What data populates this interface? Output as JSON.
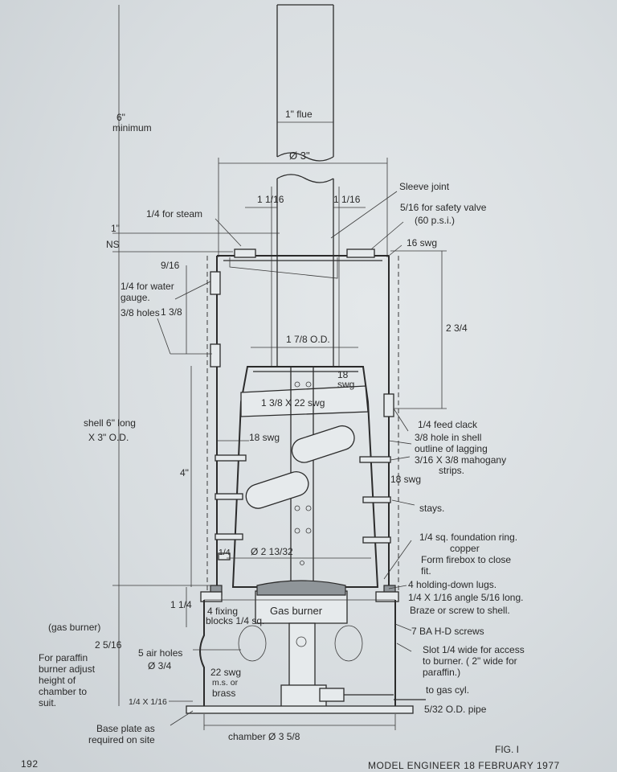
{
  "labels": {
    "flue": "1\" flue",
    "dia3": "Ø 3\"",
    "six": "6\"",
    "minimum": "minimum",
    "one_sixteen_a": "1 1/16",
    "one_sixteen_b": "1 1/16",
    "sleeve_joint": "Sleeve joint",
    "steam": "1/4 for steam",
    "safety_valve": "5/16 for safety valve",
    "psi": "(60 p.s.i.)",
    "one_ns": "1\"",
    "ns": "NS",
    "swg16": "16 swg",
    "nine_sixteen": "9/16",
    "water_gauge": "1/4 for water",
    "gauge": "gauge.",
    "holes": "3/8 holes",
    "one_three_eight": "1 3/8",
    "two_three_four": "2 3/4",
    "od_178": "1 7/8 O.D.",
    "swg18_a": "18",
    "swg18_b": "swg",
    "band": "1 3/8 X 22 swg",
    "shell": "shell 6\" long",
    "shell_od": "X 3\" O.D.",
    "feed_clack": "1/4 feed clack",
    "hole_shell": "3/8 hole in shell",
    "outline_lagging": "outline of lagging",
    "mahogany": "3/16 X 3/8 mahogany",
    "strips": "strips.",
    "swg18_c": "18 swg",
    "swg18_d": "18 swg",
    "four": "4\"",
    "stays": "stays.",
    "foundation": "1/4 sq. foundation ring.",
    "copper": "copper",
    "form_firebox": "Form firebox to close",
    "fit": "fit.",
    "dia_213": "Ø 2 13/32",
    "quarter": "1/4",
    "holding_lugs": "4 holding-down lugs.",
    "angle": "1/4 X 1/16 angle 5/16 long.",
    "braze": "Braze or screw to shell.",
    "ba_screws": "7 BA H-D screws",
    "one_quarter": "1 1/4",
    "fixing_blocks": "4 fixing",
    "blocks": "blocks 1/4 sq.",
    "gas_burner": "Gas burner",
    "gas_burner_paren": "(gas burner)",
    "two_516": "2 5/16",
    "air_holes": "5 air holes",
    "dia_34": "Ø 3/4",
    "paraffin1": "For paraffin",
    "paraffin2": "burner adjust",
    "paraffin3": "height of",
    "paraffin4": "chamber to",
    "paraffin5": "suit.",
    "swg22": "22 swg",
    "ms": "m.s. or",
    "brass": "brass",
    "slot1": "Slot 1/4 wide for access",
    "slot2": "to burner. ( 2\" wide for",
    "slot3": "paraffin.)",
    "gas_cyl": "to gas cyl.",
    "od_pipe": "5/32 O.D. pipe",
    "quarter_x_sixteenth": "1/4 X 1/16",
    "base_plate1": "Base plate as",
    "base_plate2": "required on site",
    "chamber": "chamber  Ø 3 5/8",
    "fig": "FIG. I"
  },
  "footer": {
    "page": "192",
    "journal": "MODEL ENGINEER 18 FEBRUARY 1977"
  }
}
